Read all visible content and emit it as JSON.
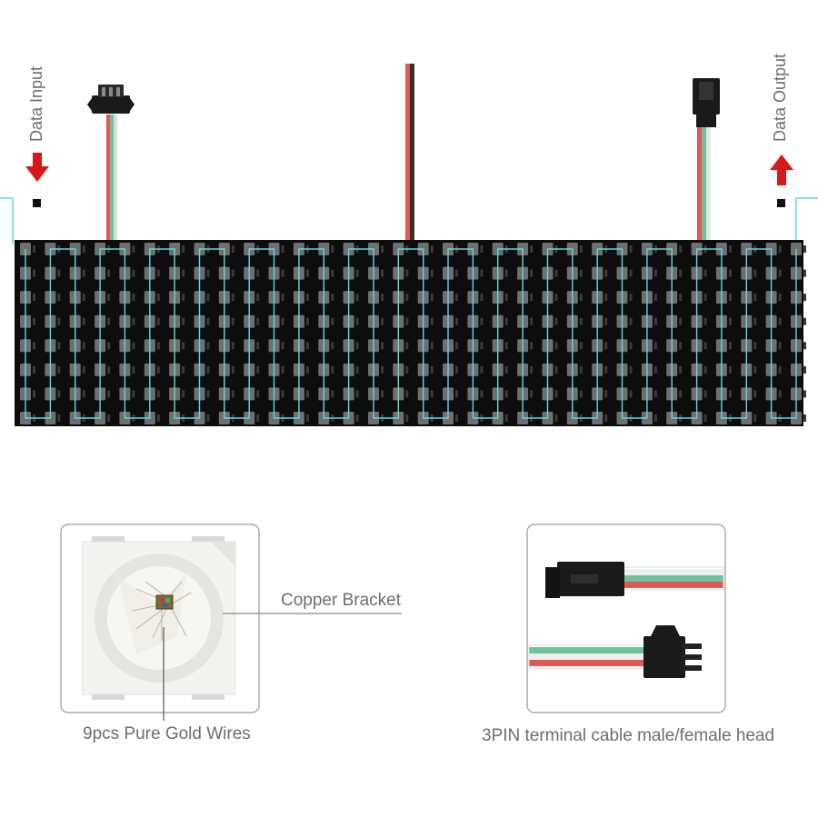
{
  "labels": {
    "data_input": "Data Input",
    "data_output": "Data Output",
    "copper_bracket": "Copper Bracket",
    "gold_wires": "9pcs Pure Gold Wires",
    "terminal_cable": "3PIN terminal cable male/female head"
  },
  "matrix": {
    "columns": 32,
    "rows": 8
  },
  "colors": {
    "panel": "#0d0d0d",
    "trace": "#5fd8e6",
    "led": "#6f6f6f",
    "arrow": "#d61a1a",
    "wire_red": "#e05a55",
    "wire_green": "#6cc39a",
    "wire_white": "#eeeeee",
    "label": "#6e6e6e"
  }
}
